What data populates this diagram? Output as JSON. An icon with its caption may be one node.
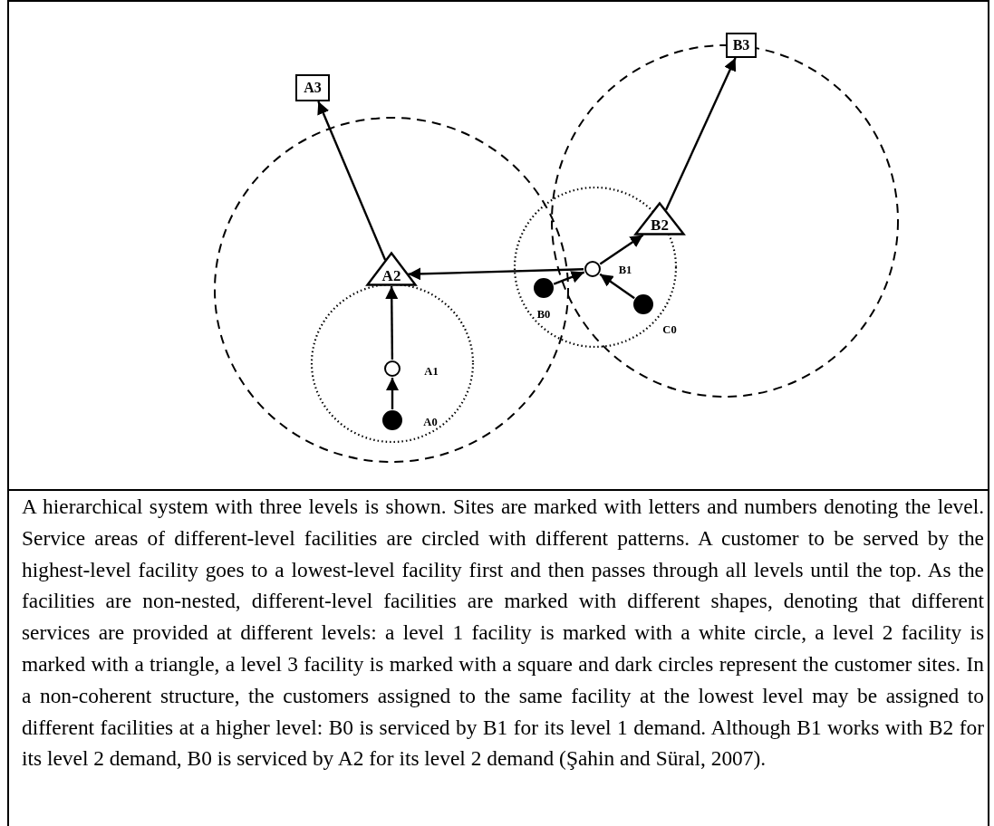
{
  "diagram": {
    "caption": "A hierarchical system with three levels is shown. Sites are marked with letters and numbers denoting the level. Service areas of different-level facilities are circled with different patterns. A customer to be served by the highest-level facility goes to a lowest-level facility first and then passes through all levels until the top. As the facilities are non-nested, different-level facilities are marked with different shapes, denoting that different services are provided at different levels: a level 1 facility is marked with a white circle, a level 2 facility is marked with a triangle, a level 3 facility is marked with a square and dark circles represent the customer sites. In a non-coherent structure, the customers assigned to the same facility at the lowest level may be assigned to different facilities at a higher level: B0 is serviced by B1 for its level 1 demand. Although B1 works with B2 for its level 2 demand, B0 is serviced by A2 for its level 2 demand (Şahin and Süral, 2007).",
    "nodes": [
      {
        "text": [
          "B3"
        ]
      },
      {
        "text": [
          "A3"
        ]
      },
      {
        "text": [
          "B2"
        ]
      },
      {
        "text": [],
        "shape": "circle",
        "beside": [
          "B1"
        ]
      },
      {
        "text": [
          "A2"
        ]
      },
      {
        "text": [],
        "shape": "circle",
        "beside": [
          "B0"
        ]
      },
      {
        "text": [],
        "shape": "circle",
        "beside": [
          "C0"
        ]
      },
      {
        "text": [],
        "shape": "circle",
        "beside": [
          "A1"
        ]
      },
      {
        "text": [],
        "shape": "circle",
        "beside": [
          "A0"
        ]
      }
    ],
    "edges": [
      {
        "from": 8,
        "to": 7,
        "arrow": "to"
      },
      {
        "from": 7,
        "to": 4,
        "arrow": "to"
      },
      {
        "from": 4,
        "to": 1,
        "arrow": "to"
      },
      {
        "from": 5,
        "to": 3,
        "arrow": "to"
      },
      {
        "from": 6,
        "to": 3,
        "arrow": "to"
      },
      {
        "from": 3,
        "to": 2,
        "arrow": "to"
      },
      {
        "from": 2,
        "to": 0,
        "arrow": "to"
      },
      {
        "from": 3,
        "to": 4,
        "arrow": "to"
      }
    ]
  }
}
